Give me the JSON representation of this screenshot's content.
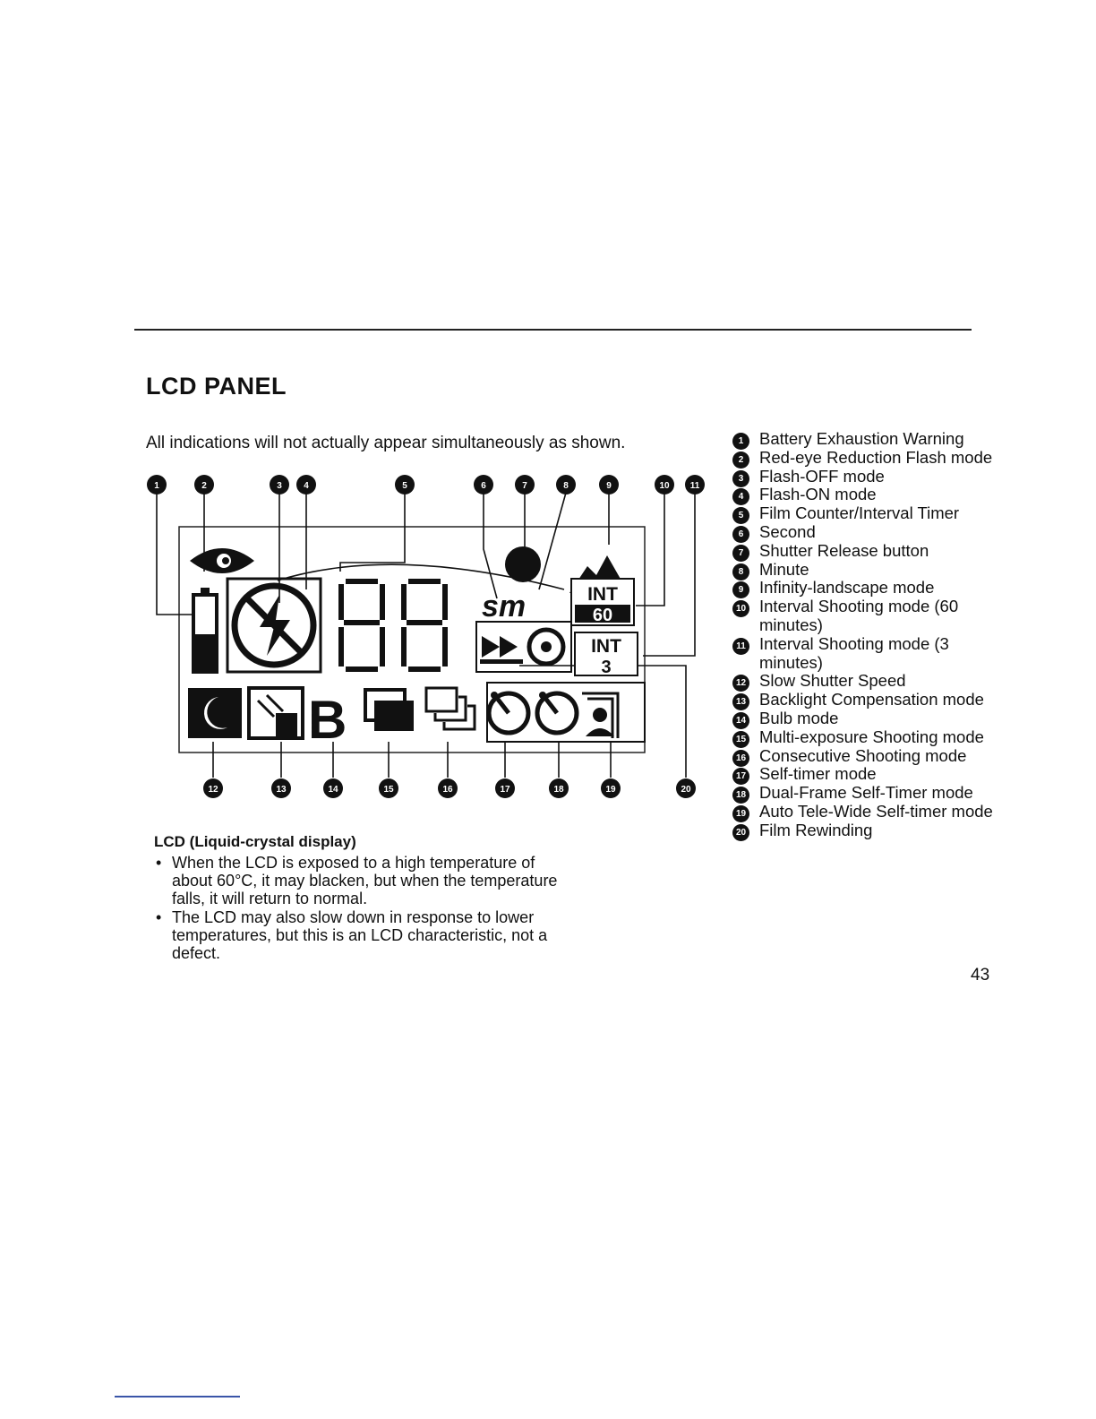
{
  "header": {
    "title": "LCD PANEL"
  },
  "intro": "All indications will not actually appear simultaneously as shown.",
  "diagram": {
    "sm_label": "sm",
    "int60_top": "INT",
    "int60_bottom": "60",
    "int3_top": "INT",
    "int3_bottom": "3",
    "bulb_label": "B",
    "callouts_top": [
      "1",
      "2",
      "3",
      "4",
      "5",
      "6",
      "7",
      "8",
      "9",
      "10",
      "11"
    ],
    "callouts_bottom": [
      "12",
      "13",
      "14",
      "15",
      "16",
      "17",
      "18",
      "19",
      "20"
    ]
  },
  "lcd_notes": {
    "heading": "LCD (Liquid-crystal display)",
    "bullets": [
      "When the LCD is exposed to a high temperature of about 60°C, it may blacken, but when the temperature falls, it will return to normal.",
      "The LCD may also slow down in response to lower temperatures, but this is an LCD characteristic, not a defect."
    ]
  },
  "legend": [
    {
      "num": "1",
      "label": "Battery Exhaustion Warning"
    },
    {
      "num": "2",
      "label": "Red-eye Reduction Flash mode"
    },
    {
      "num": "3",
      "label": "Flash-OFF mode"
    },
    {
      "num": "4",
      "label": "Flash-ON mode"
    },
    {
      "num": "5",
      "label": "Film Counter/Interval Timer"
    },
    {
      "num": "6",
      "label": "Second"
    },
    {
      "num": "7",
      "label": "Shutter Release button"
    },
    {
      "num": "8",
      "label": "Minute"
    },
    {
      "num": "9",
      "label": "Infinity-landscape mode"
    },
    {
      "num": "10",
      "label": "Interval Shooting mode (60 minutes)"
    },
    {
      "num": "11",
      "label": "Interval Shooting mode (3 minutes)"
    },
    {
      "num": "12",
      "label": "Slow Shutter Speed"
    },
    {
      "num": "13",
      "label": "Backlight Compensation mode"
    },
    {
      "num": "14",
      "label": "Bulb mode"
    },
    {
      "num": "15",
      "label": "Multi-exposure Shooting mode"
    },
    {
      "num": "16",
      "label": "Consecutive Shooting mode"
    },
    {
      "num": "17",
      "label": "Self-timer mode"
    },
    {
      "num": "18",
      "label": "Dual-Frame Self-Timer mode"
    },
    {
      "num": "19",
      "label": "Auto Tele-Wide Self-timer mode"
    },
    {
      "num": "20",
      "label": "Film Rewinding"
    }
  ],
  "page_number": "43"
}
